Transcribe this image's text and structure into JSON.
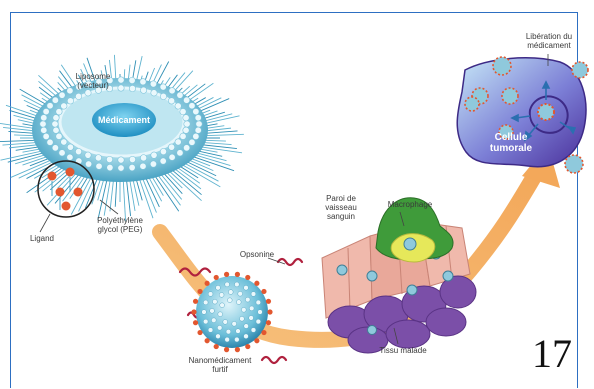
{
  "labels": {
    "liposome": "Liposome\n(vecteur)",
    "medicament": "Médicament",
    "ligand": "Ligand",
    "peg": "Polyéthylène\nglycol (PEG)",
    "opsonine": "Opsonine",
    "nanomedicament": "Nanomédicament\nfurtif",
    "paroi": "Paroi de\nvaisseau\nsanguin",
    "macrophage": "Macrophage",
    "tissu": "Tissu malade",
    "liberation": "Libération du\nmédicament",
    "cellule": "Cellule\ntumorale"
  },
  "page_number": "17",
  "colors": {
    "frame": "#2d6fc2",
    "arrow": "#f4b36a",
    "liposome": "#9fd6e6",
    "medicament": "#3fb3de",
    "ligand_ball": "#e2572f",
    "opsonine": "#b0213e",
    "tumor_cell": "#6a5fc8",
    "macrophage": "#3f9b3a",
    "tissue": "#7b4fa8",
    "vessel": "#e9a89a"
  }
}
